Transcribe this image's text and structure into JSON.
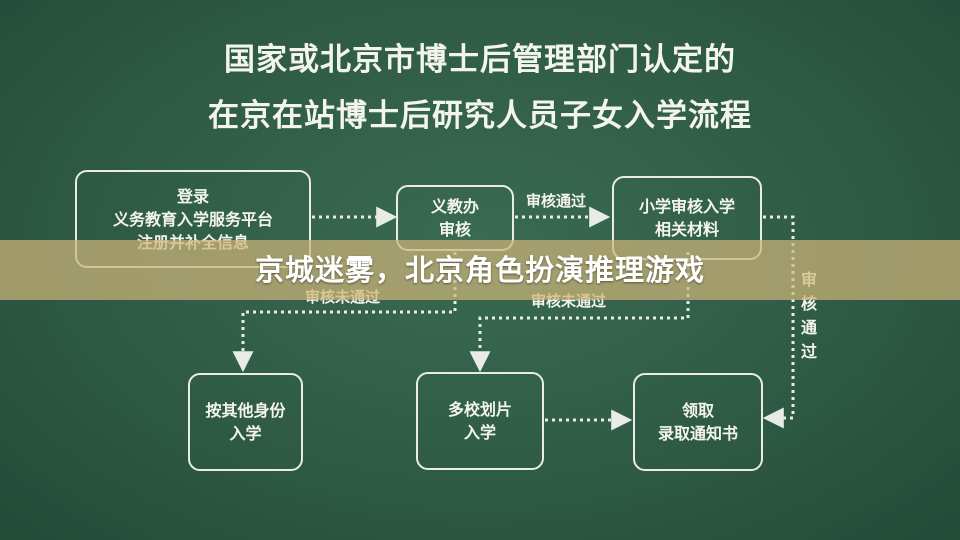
{
  "diagram": {
    "title_line1": "国家或北京市博士后管理部门认定的",
    "title_line2": "在京在站博士后研究人员子女入学流程",
    "nodes": {
      "register": {
        "line1": "登录",
        "line2": "义务教育入学服务平台",
        "line3": "注册并补全信息"
      },
      "edu_office": {
        "line1": "义教办",
        "line2": "审核"
      },
      "primary_school": {
        "line1": "小学审核入学",
        "line2": "相关材料"
      },
      "other_identity": {
        "line1": "按其他身份",
        "line2": "入学"
      },
      "multi_school": {
        "line1": "多校划片",
        "line2": "入学"
      },
      "notice": {
        "line1": "领取",
        "line2": "录取通知书"
      }
    },
    "edges": {
      "approved_horizontal": "审核通过",
      "rejected_left": "审核未通过",
      "rejected_middle": "审核未通过",
      "approved_vertical": "审核通过"
    }
  },
  "banner": {
    "text": "京城迷雾，北京角色扮演推理游戏"
  },
  "colors": {
    "chalkboard": "#2f5a45",
    "chalk": "#e8ece6",
    "banner": "#cdb478"
  }
}
